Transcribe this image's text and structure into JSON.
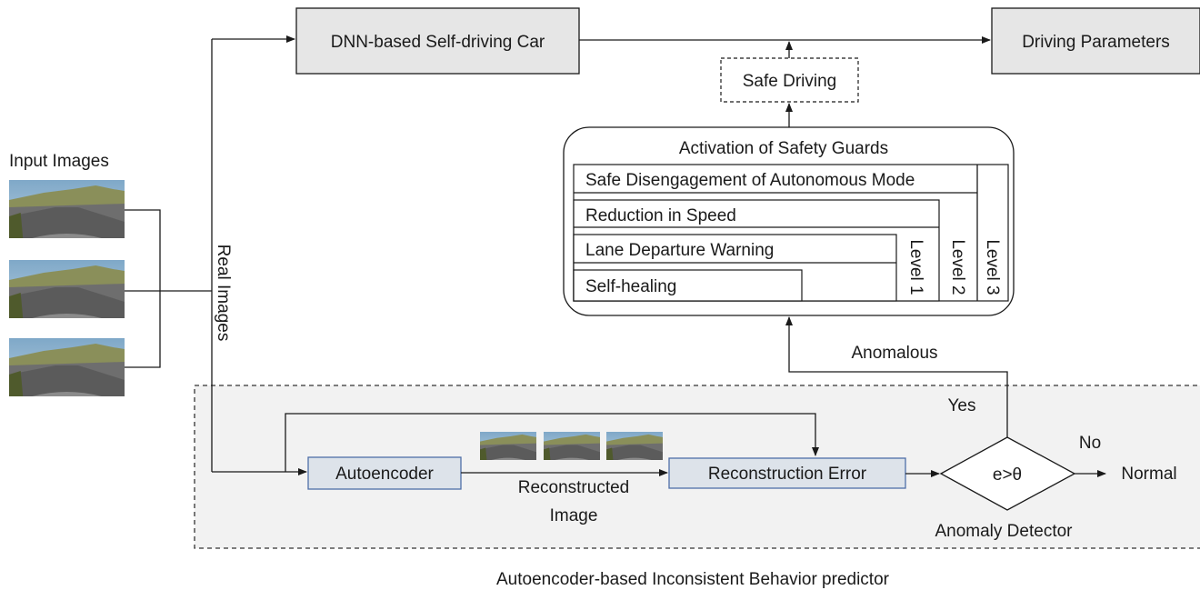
{
  "nodes": {
    "dnn_car": "DNN-based Self-driving Car",
    "driving_parameters": "Driving Parameters",
    "safe_driving": "Safe Driving",
    "input_images": "Input Images",
    "real_images": "Real Images",
    "autoencoder": "Autoencoder",
    "reconstruction_error": "Reconstruction Error",
    "reconstructed_image_line1": "Reconstructed",
    "reconstructed_image_line2": "Image",
    "decision": "e>θ",
    "anomaly_detector": "Anomaly Detector",
    "normal": "Normal",
    "predictor_caption": "Autoencoder-based Inconsistent Behavior predictor"
  },
  "edges": {
    "anomalous": "Anomalous",
    "yes": "Yes",
    "no": "No"
  },
  "safety_guards": {
    "title": "Activation of Safety Guards",
    "items": [
      "Safe Disengagement of Autonomous Mode",
      "Reduction in Speed",
      "Lane Departure Warning",
      "Self-healing"
    ],
    "levels": [
      "Level 1",
      "Level 2",
      "Level 3"
    ]
  },
  "colors": {
    "box_gray": "#e6e6e6",
    "box_blue": "#dde3ea",
    "blue_border": "#4f6fa8",
    "dashed_region": "#f2f2f2"
  }
}
